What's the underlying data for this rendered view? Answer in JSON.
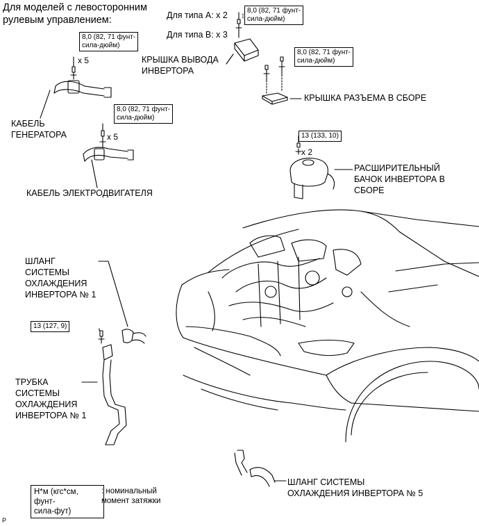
{
  "header": {
    "line1": "Для моделей с левосторонним",
    "line2": "рулевым управлением:"
  },
  "types": {
    "type_a": "Для типа А: x 2",
    "type_b": "Для типа В: x 3"
  },
  "torque_boxes": {
    "generator_l1": "8,0 (82, 71 фунт-",
    "generator_l2": "сила-дюйм)",
    "motor_l1": "8,0 (82, 71 фунт-",
    "motor_l2": "сила-дюйм)",
    "outlet_l1": "8,0 (82, 71 фунт-",
    "outlet_l2": "сила-дюйм)",
    "connector_l1": "8,0 (82, 71 фунт-",
    "connector_l2": "сила-дюйм)",
    "tank": "13 (133, 10)",
    "pipe": "13 (127, 9)"
  },
  "multipliers": {
    "generator": "x 5",
    "motor": "x 5",
    "tank": "x 2"
  },
  "labels": {
    "outlet_cover_l1": "КРЫШКА ВЫВОДА",
    "outlet_cover_l2": "ИНВЕРТОРА",
    "connector_cover": "КРЫШКА РАЗЪЕМА В СБОРЕ",
    "generator_cable_l1": "КАБЕЛЬ",
    "generator_cable_l2": "ГЕНЕРАТОРА",
    "motor_cable": "КАБЕЛЬ ЭЛЕКТРОДВИГАТЕЛЯ",
    "tank_l1": "РАСШИРИТЕЛЬНЫЙ",
    "tank_l2": "БАЧОК ИНВЕРТОРА В",
    "tank_l3": "СБОРЕ",
    "hose1_l1": "ШЛАНГ",
    "hose1_l2": "СИСТЕМЫ",
    "hose1_l3": "ОХЛАЖДЕНИЯ",
    "hose1_l4": "ИНВЕРТОРА № 1",
    "pipe1_l1": "ТРУБКА",
    "pipe1_l2": "СИСТЕМЫ",
    "pipe1_l3": "ОХЛАЖДЕНИЯ",
    "pipe1_l4": "ИНВЕРТОРА № 1",
    "hose5_l1": "ШЛАНГ СИСТЕМЫ",
    "hose5_l2": "ОХЛАЖДЕНИЯ ИНВЕРТОРА № 5"
  },
  "legend": {
    "box_l1": "Н*м (кгс*см, фунт-",
    "box_l2": "сила-фут)",
    "desc_l1": ": номинальный",
    "desc_l2": "момент затяжки"
  },
  "corner_mark": "P"
}
